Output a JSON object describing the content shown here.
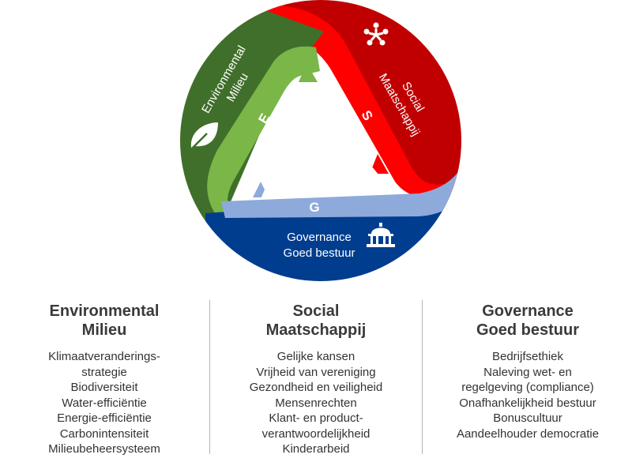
{
  "colors": {
    "environmental_dark": "#3f6f2a",
    "environmental_band": "#7ab648",
    "social_dark": "#c00000",
    "social_band": "#ff0000",
    "governance_dark": "#003d8f",
    "governance_band": "#8eaadb",
    "inner_triangle": "#ffffff"
  },
  "diagram": {
    "environmental": {
      "label_line1": "Environmental",
      "label_line2": "Milieu",
      "letter": "E",
      "icon": "leaf-icon"
    },
    "social": {
      "label_line1": "Social",
      "label_line2": "Maatschappij",
      "letter": "S",
      "icon": "people-circle-icon"
    },
    "governance": {
      "label_line1": "Governance",
      "label_line2": "Goed bestuur",
      "letter": "G",
      "icon": "government-building-icon"
    }
  },
  "columns": {
    "environmental": {
      "title_line1": "Environmental",
      "title_line2": "Milieu",
      "items": [
        "Klimaatveranderings-",
        "strategie",
        "Biodiversiteit",
        "Water-efficiëntie",
        "Energie-efficiëntie",
        "Carbonintensiteit",
        "Milieubeheersysteem"
      ]
    },
    "social": {
      "title_line1": "Social",
      "title_line2": "Maatschappij",
      "items": [
        "Gelijke kansen",
        "Vrijheid van vereniging",
        "Gezondheid en veiligheid",
        "Mensenrechten",
        "Klant- en product-",
        "verantwoordelijkheid",
        "Kinderarbeid"
      ]
    },
    "governance": {
      "title_line1": "Governance",
      "title_line2": "Goed bestuur",
      "items": [
        "Bedrijfsethiek",
        "Naleving wet- en",
        "regelgeving (compliance)",
        "Onafhankelijkheid bestuur",
        "Bonuscultuur",
        "Aandeelhouder democratie"
      ]
    }
  }
}
